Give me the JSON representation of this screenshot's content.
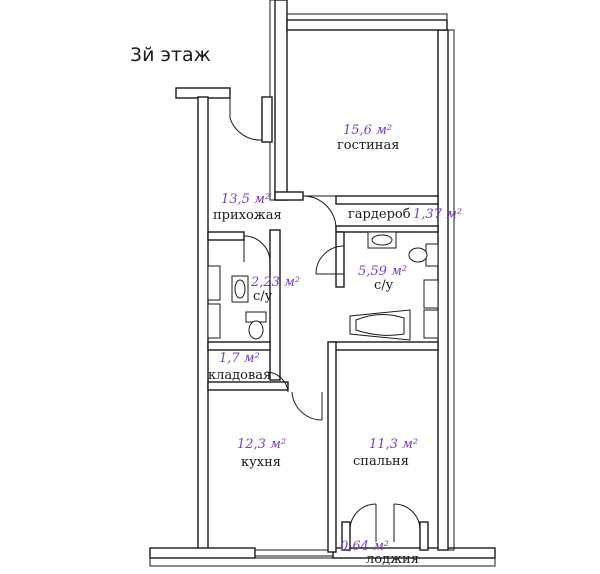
{
  "floor_title": "3й этаж",
  "accent_color": "#7a3fc0",
  "rooms": {
    "living": {
      "name": "гостиная",
      "area": "15,6 м²"
    },
    "hall": {
      "name": "прихожая",
      "area": "13,5 м²"
    },
    "wardrobe": {
      "name": "гардероб",
      "area": "1,37 м²"
    },
    "bath1": {
      "name": "с/у",
      "area": "2,23 м²"
    },
    "bath2": {
      "name": "с/у",
      "area": "5,59 м²"
    },
    "pantry": {
      "name": "кладовая",
      "area": "1,7 м²"
    },
    "kitchen": {
      "name": "кухня",
      "area": "12,3 м²"
    },
    "bedroom": {
      "name": "спальня",
      "area": "11,3 м²"
    },
    "loggia": {
      "name": "лоджия",
      "area": "0,64 м²"
    }
  }
}
